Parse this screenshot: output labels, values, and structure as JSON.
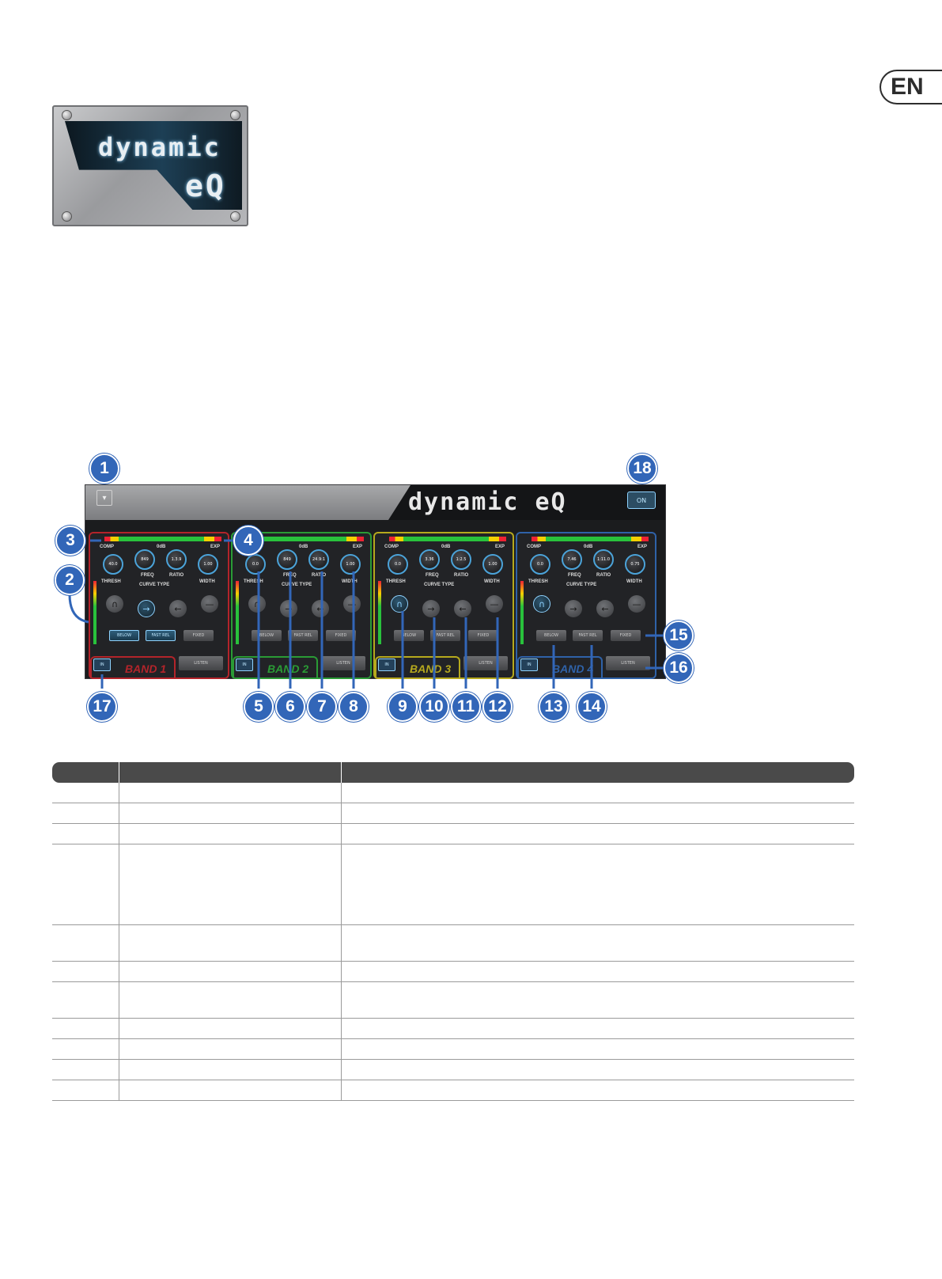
{
  "language_badge": "EN",
  "logo": {
    "line1": "dynamic",
    "line2": "eQ"
  },
  "plugin": {
    "title": "dynamic eQ",
    "on_label": "ON",
    "bands": [
      {
        "name": "BAND 1",
        "color": "#b3242a",
        "thresh": "40.0",
        "freq": "849",
        "ratio": "1.3.9",
        "width": "1.00",
        "below": "BELOW",
        "fast_rel": "FAST REL",
        "fixed": "FIXED",
        "listen": "LISTEN",
        "in": "IN"
      },
      {
        "name": "BAND 2",
        "color": "#2a9b35",
        "thresh": "0.0",
        "freq": "849",
        "ratio": "24.9:1",
        "width": "1.00",
        "below": "BELOW",
        "fast_rel": "FAST REL",
        "fixed": "FIXED",
        "listen": "LISTEN",
        "in": "IN"
      },
      {
        "name": "BAND 3",
        "color": "#b6a91d",
        "thresh": "0.0",
        "freq": "3.36",
        "ratio": "1:2.5",
        "width": "1.00",
        "below": "BELOW",
        "fast_rel": "FAST REL",
        "fixed": "FIXED",
        "listen": "LISTEN",
        "in": "IN"
      },
      {
        "name": "BAND 4",
        "color": "#2f62a8",
        "thresh": "0.0",
        "freq": "7.46",
        "ratio": "1:11.0",
        "width": "0.75",
        "below": "BELOW",
        "fast_rel": "FAST REL",
        "fixed": "FIXED",
        "listen": "LISTEN",
        "in": "IN"
      }
    ],
    "labels": {
      "comp": "COMP",
      "odb": "0dB",
      "exp": "EXP",
      "thresh": "THRESH",
      "freq": "FREQ",
      "ratio": "RATIO",
      "width": "WIDTH",
      "curve_type": "CURVE TYPE"
    }
  },
  "callouts": [
    "1",
    "2",
    "3",
    "4",
    "5",
    "6",
    "7",
    "8",
    "9",
    "10",
    "11",
    "12",
    "13",
    "14",
    "15",
    "16",
    "17",
    "18"
  ],
  "table_rows": 12
}
